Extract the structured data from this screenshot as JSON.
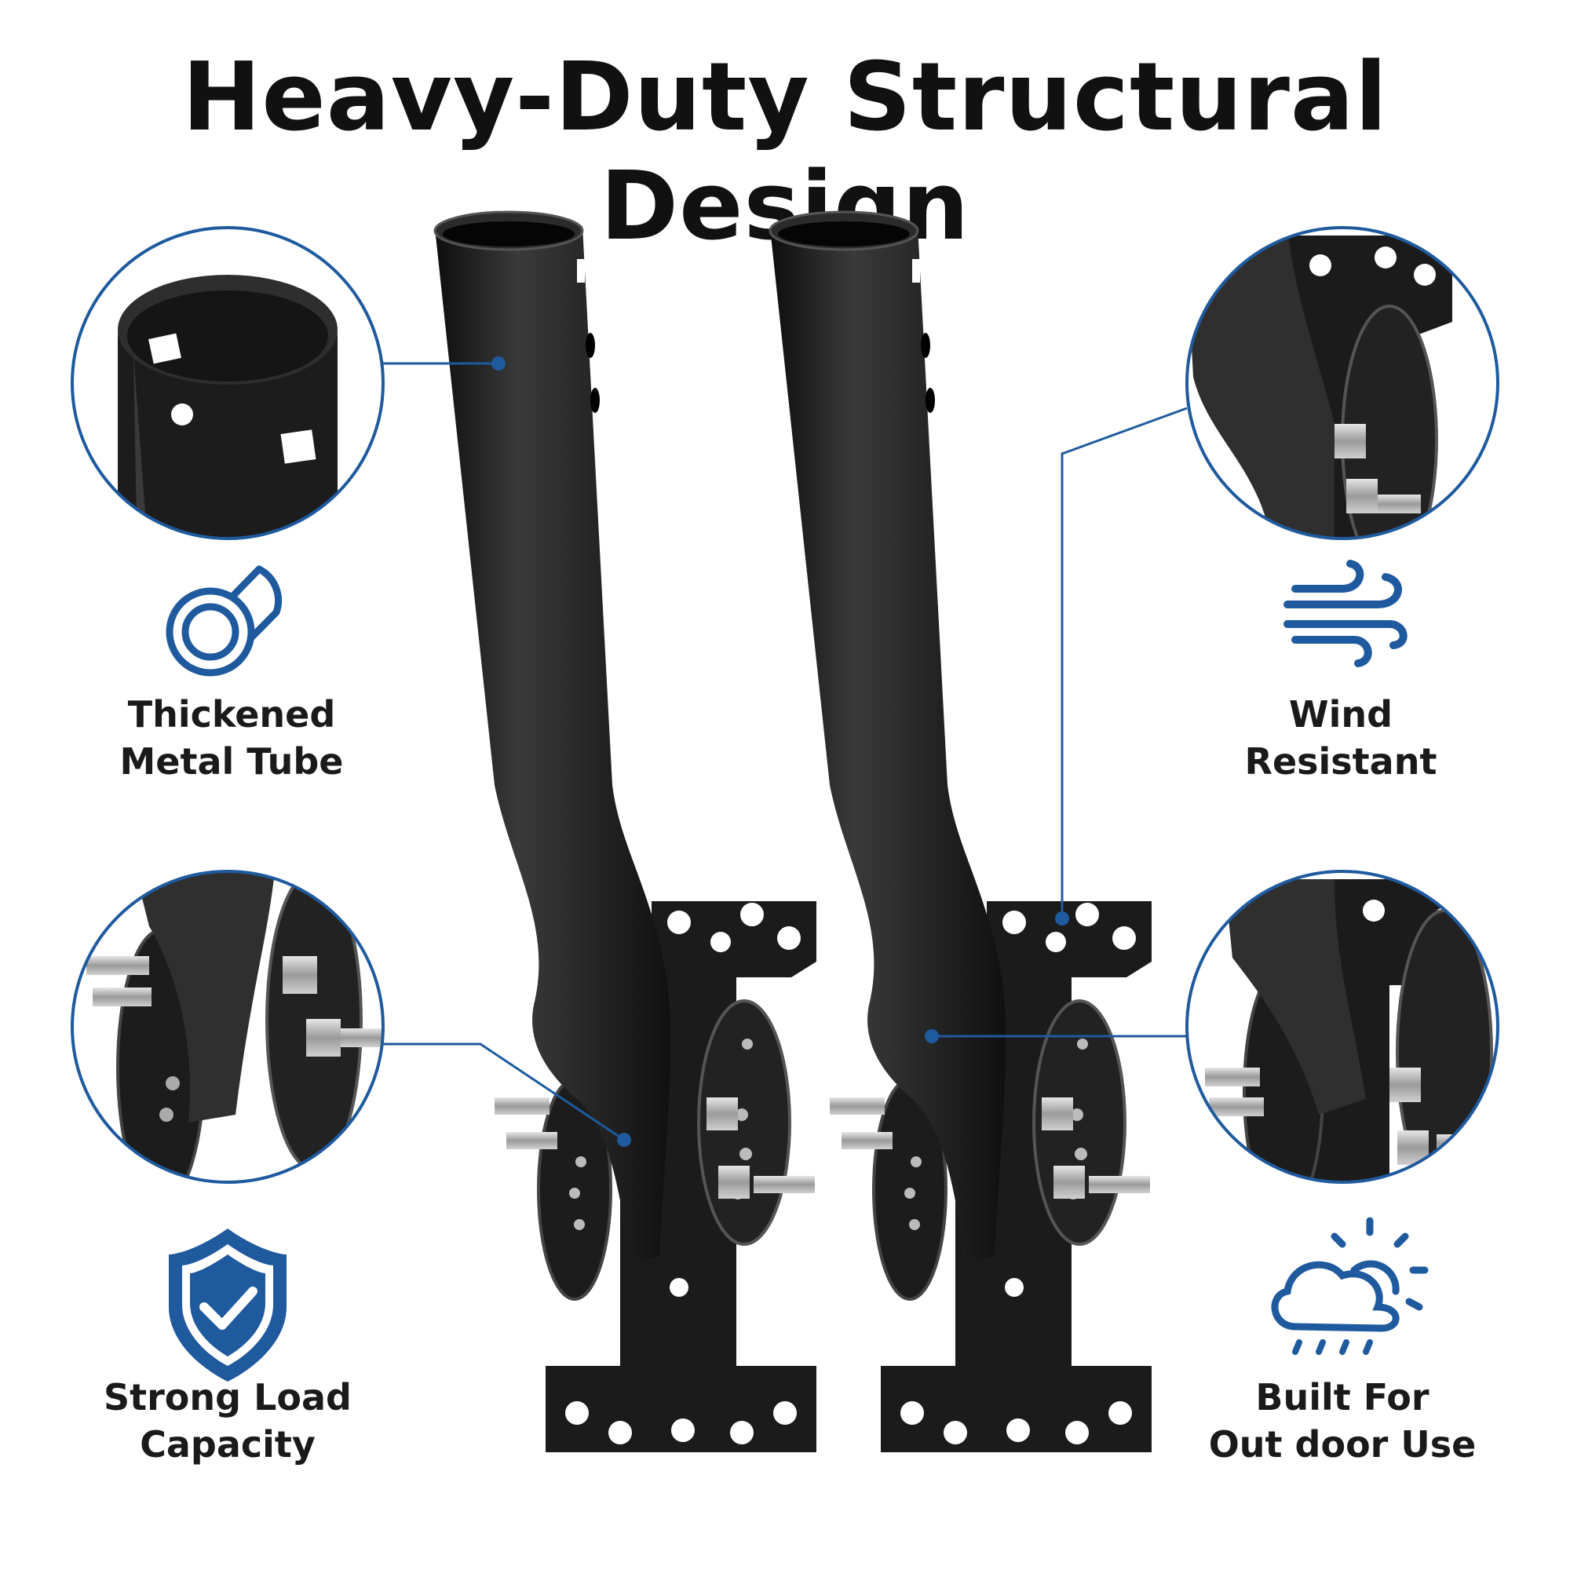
{
  "title": "Heavy-Duty Structural Design",
  "accent_color": "#1f5a9e",
  "features": [
    {
      "icon": "tube-icon",
      "line1": "Thickened",
      "line2": "Metal Tube"
    },
    {
      "icon": "shield-check-icon",
      "line1": "Strong Load",
      "line2": "Capacity"
    },
    {
      "icon": "wind-icon",
      "line1": "Wind",
      "line2": "Resistant"
    },
    {
      "icon": "weather-icon",
      "line1": "Built For",
      "line2": "Out door Use"
    }
  ]
}
